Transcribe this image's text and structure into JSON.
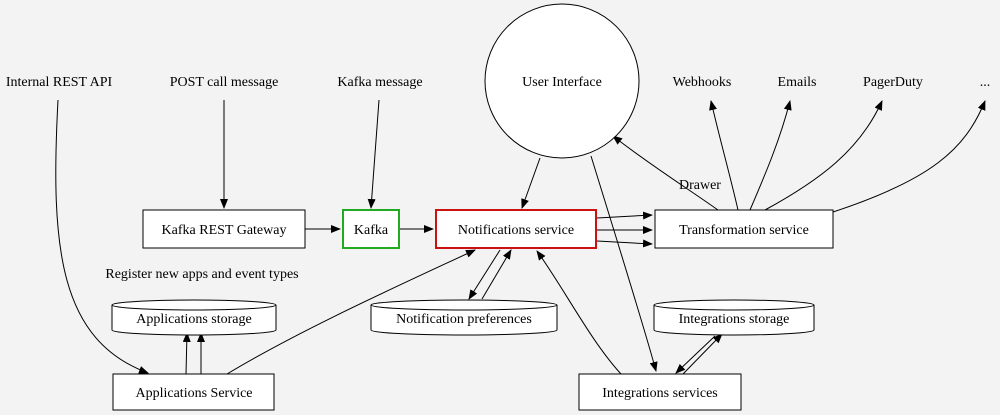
{
  "colors": {
    "background": "#f3f3f3",
    "kafka_border": "#22aa22",
    "notifications_border": "#cc1111"
  },
  "sources": {
    "internal_rest_api": "Internal REST API",
    "post_call_message": "POST call message",
    "kafka_message": "Kafka message"
  },
  "nodes": {
    "kafka_rest_gateway": "Kafka REST Gateway",
    "kafka": "Kafka",
    "notifications_service": "Notifications service",
    "transformation_service": "Transformation service",
    "user_interface": "User Interface",
    "applications_service": "Applications Service",
    "integrations_services": "Integrations services"
  },
  "storages": {
    "applications_storage": "Applications storage",
    "notification_preferences": "Notification preferences",
    "integrations_storage": "Integrations storage"
  },
  "outputs": {
    "webhooks": "Webhooks",
    "emails": "Emails",
    "pagerduty": "PagerDuty",
    "more": "..."
  },
  "edge_labels": {
    "drawer": "Drawer",
    "register": "Register new apps and event types"
  }
}
